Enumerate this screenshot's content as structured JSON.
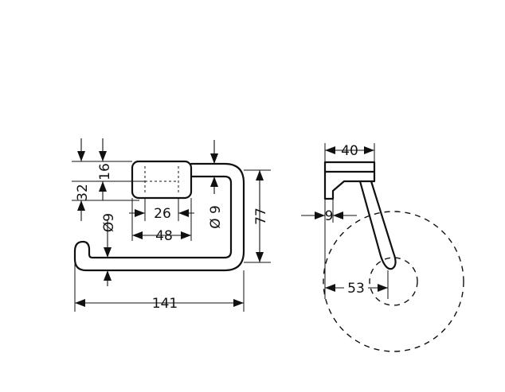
{
  "dimensions": {
    "d16": "16",
    "d32": "32",
    "d9_left": "Ø9",
    "d26": "26",
    "d48": "48",
    "d9_right": "Ø 9",
    "d77": "77",
    "d141": "141",
    "d40": "40",
    "d9_side": "9",
    "d53": "53"
  },
  "colors": {
    "line": "#111111",
    "background": "#ffffff"
  }
}
